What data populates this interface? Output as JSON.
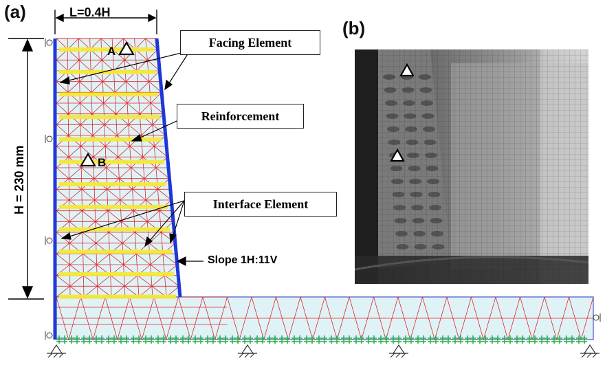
{
  "panels": {
    "a": "(a)",
    "b": "(b)"
  },
  "dimensions": {
    "width": "L=0.4H",
    "height": "H = 230 mm",
    "slope": "Slope 1H:11V"
  },
  "callouts": {
    "facing": "Facing Element",
    "reinforcement": "Reinforcement",
    "interface": "Interface Element"
  },
  "points": {
    "a": "A",
    "b": "B"
  },
  "marker": "Δ",
  "colors": {
    "facing": "#1f37d6",
    "mesh": "#e0262b",
    "soil_fill": "#dff3f7",
    "reinforcement": "#f3e83a",
    "boundary": "#2fb24a"
  }
}
